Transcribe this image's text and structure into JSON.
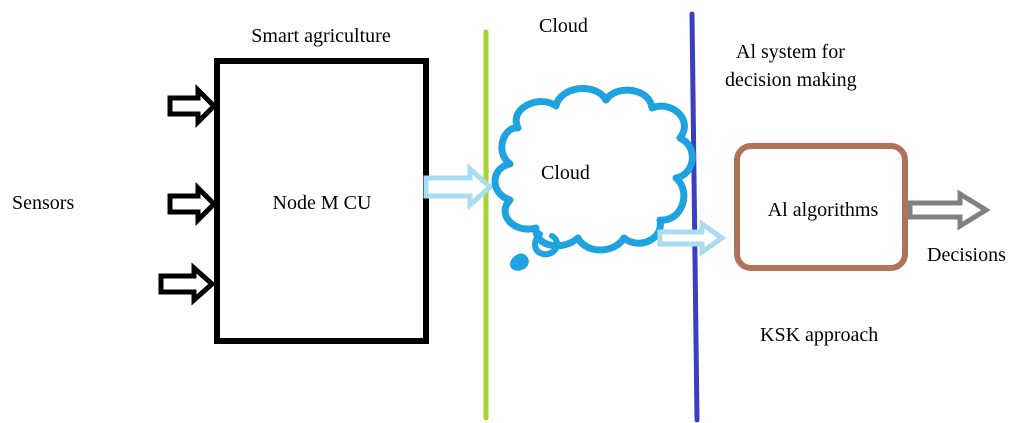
{
  "diagram": {
    "labels": {
      "smart_agriculture": "Smart agriculture",
      "cloud_header": "Cloud",
      "ai_system_line1": "Al system for",
      "ai_system_line2": "decision making",
      "sensors": "Sensors",
      "node_mcu": "Node M CU",
      "cloud_inside": "Cloud",
      "ai_algorithms": "Al algorithms",
      "decisions": "Decisions",
      "ksk_approach": "KSK approach"
    },
    "colors": {
      "sensor_arrows": "#000000",
      "node_box": "#000000",
      "green_line": "#a6d62b",
      "blue_line": "#3a3fc4",
      "cloud": "#1fa3e0",
      "light_arrows": "#a8dcef",
      "ai_box": "#b0735a",
      "decision_arrow": "#808080"
    },
    "icons": {
      "sensor_inputs": "block-arrow-right-icon",
      "mcu_to_cloud": "block-arrow-right-icon",
      "cloud_to_ai": "block-arrow-right-icon",
      "decision_output": "block-arrow-right-icon",
      "cloud": "thought-cloud-icon"
    }
  }
}
